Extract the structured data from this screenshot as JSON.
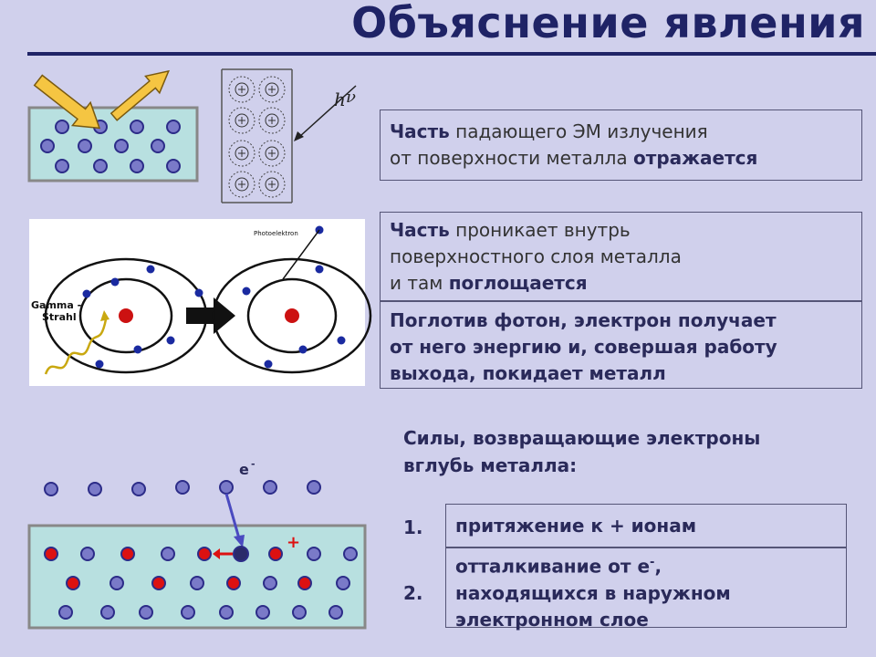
{
  "title": "Объяснение явления",
  "box_reflect": {
    "line1_bold": "Часть",
    "line1_rest": " падающего ЭМ излучения",
    "line2_pre": "от поверхности металла ",
    "line2_bold": "отражается"
  },
  "box_absorb": {
    "line1_bold": "Часть",
    "line1_rest": " проникает внутрь",
    "line2": "поверхностного слоя металла",
    "line3_pre": "и там ",
    "line3_bold": "поглощается"
  },
  "box_photon": {
    "line1": "Поглотив фотон, электрон получает",
    "line2": "от него энергию и, совершая работу",
    "line3": "выхода, покидает металл"
  },
  "forces_heading": {
    "line1": "Силы, возвращающие электроны",
    "line2": "вглубь металла:"
  },
  "item1": {
    "num": "1.",
    "text": "притяжение к + ионам"
  },
  "item2": {
    "num": "2.",
    "line1_pre": "отталкивание от е",
    "line1_sup": "-",
    "line1_post": ",",
    "line2": "находящихся в наружном",
    "line3": "электронном слое"
  },
  "diagram_hv": {
    "label_h": "h",
    "label_v": "ν"
  },
  "atom_diagram": {
    "photoelectron_label": "Photoelektron",
    "gamma_label_line1": "Gamma -",
    "gamma_label_line2": "Strahl"
  },
  "surface_diagram": {
    "electron_label": "e",
    "electron_sup": "-",
    "plus_label": "+"
  },
  "colors": {
    "ion": "#dd1111",
    "electron": "#7a7ac8",
    "slab": "#b8e0e0",
    "arrow": "#f5c542"
  }
}
